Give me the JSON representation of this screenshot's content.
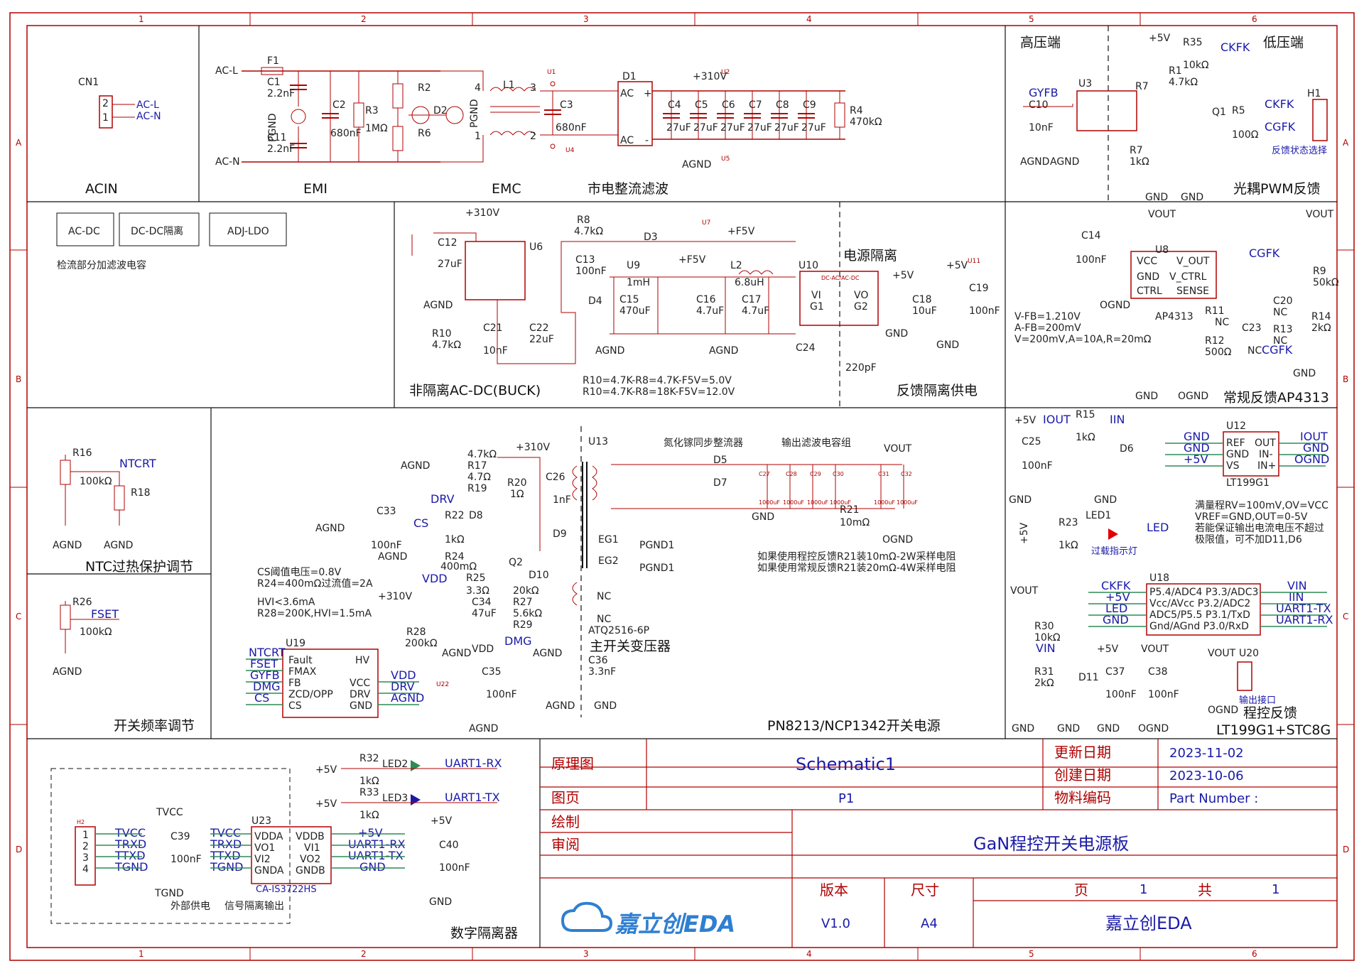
{
  "frame": {
    "columns": [
      "1",
      "2",
      "3",
      "4",
      "5",
      "6"
    ],
    "rows": [
      "A",
      "B",
      "C",
      "D"
    ]
  },
  "sections": {
    "acin": "ACIN",
    "emi": "EMI",
    "emc": "EMC",
    "rectifier": "市电整流滤波",
    "high_voltage": "高压端",
    "low_voltage": "低压端",
    "opto_pwm": "光耦PWM反馈",
    "buck": "非隔离AC-DC(BUCK)",
    "power_isolation": "电源隔离",
    "feedback_isolated": "反馈隔离供电",
    "ap4313": "常规反馈AP4313",
    "ntc": "NTC过热保护调节",
    "freq": "开关频率调节",
    "main_power": "PN8213/NCP1342开关电源",
    "transformer": "主开关变压器",
    "prog_fb": "程控反馈",
    "prog_fb_chips": "LT199G1+STC8G",
    "digital_iso": "数字隔离器"
  },
  "blocks": {
    "acdc": "AC-DC",
    "dcdc": "DC-DC隔离",
    "adj": "ADJ-LDO",
    "note": "检流部分加滤波电容"
  },
  "components": {
    "cn1": "CN1",
    "acl": "AC-L",
    "acn": "AC-N",
    "acl2": "AC-L",
    "acn2": "AC-N",
    "f1": "F1",
    "c1": "C1",
    "c1v": "2.2nF",
    "c11": "C11",
    "c11v": "2.2nF",
    "pgnd": "PGND",
    "c2": "C2",
    "c2v": "680nF",
    "r3": "R3",
    "r3v": "1MΩ",
    "r2": "R2",
    "r6": "R6",
    "d2": "D2",
    "pgnd2": "PGND",
    "l1": "L1",
    "c3": "C3",
    "c3v": "680nF",
    "u1": "U1",
    "u4": "U4",
    "d1": "D1",
    "c4": "C4",
    "c5": "C5",
    "c6": "C6",
    "c7": "C7",
    "c8": "C8",
    "c9": "C9",
    "c27u": "27uF",
    "p310": "+310V",
    "u2": "U2",
    "u5": "U5",
    "agnd": "AGND",
    "r4": "R4",
    "r4v": "470kΩ",
    "gyfb": "GYFB",
    "c10": "C10",
    "c10v": "10nF",
    "u3": "U3",
    "r7": "R7",
    "r7v": "1kΩ",
    "p5v": "+5V",
    "r35": "R35",
    "r35v": "10kΩ",
    "ckfk": "CKFK",
    "r1": "R1",
    "r1v": "4.7kΩ",
    "q1": "Q1",
    "r5": "R5",
    "r5v": "100Ω",
    "h1": "H1",
    "cgfk": "CGFK",
    "gnd": "GND",
    "fbsel": "反馈状态选择",
    "c12": "C12",
    "c12v": "27uF",
    "u6": "U6",
    "r10": "R10",
    "r10v": "4.7kΩ",
    "c21": "C21",
    "c21v": "10nF",
    "c22": "C22",
    "c22v": "22uF",
    "r8": "R8",
    "r8v": "4.7kΩ",
    "d3": "D3",
    "c13": "C13",
    "c13v": "100nF",
    "u9": "U9",
    "u9v": "1mH",
    "d4": "D4",
    "c15": "C15",
    "c15v": "470uF",
    "pf5v": "+F5V",
    "l2": "L2",
    "l2v": "6.8uH",
    "c16": "C16",
    "c16v": "4.7uF",
    "c17": "C17",
    "c17v": "4.7uF",
    "u7": "U7",
    "u10": "U10",
    "c24": "C24",
    "c24v": "220pF",
    "c18": "C18",
    "c18v": "10uF",
    "c19": "C19",
    "c19v": "100nF",
    "u11": "U11",
    "buck_note1": "R10=4.7K-R8=4.7K-F5V=5.0V",
    "buck_note2": "R10=4.7K-R8=18K-F5V=12.0V",
    "vout": "VOUT",
    "c14": "C14",
    "c14v": "100nF",
    "u8": "U8",
    "cgfk2": "CGFK",
    "r9": "R9",
    "r9v": "50kΩ",
    "c20": "C20",
    "nc": "NC",
    "r11": "R11",
    "r13": "R13",
    "c23": "C23",
    "r12": "R12",
    "r12v": "500Ω",
    "r14": "R14",
    "r14v": "2kΩ",
    "ognd": "OGND",
    "ap4313": "AP4313",
    "ap_note1": "V-FB=1.210V",
    "ap_note2": "A-FB=200mV",
    "ap_note3": "V=200mV,A=10A,R=20mΩ",
    "r16": "R16",
    "r16v": "100kΩ",
    "ntcrt": "NTCRT",
    "r18": "R18",
    "r26": "R26",
    "r26v": "100kΩ",
    "fset": "FSET",
    "r17": "R17",
    "r17v": "4.7kΩ",
    "r17b": "4.7Ω",
    "r19": "R19",
    "drv": "DRV",
    "c33": "C33",
    "c33v": "100nF",
    "cs": "CS",
    "r22": "R22",
    "r22v": "1kΩ",
    "d8": "D8",
    "r24": "R24",
    "r24v": "400mΩ",
    "q2": "Q2",
    "r20": "R20",
    "r20v": "1Ω",
    "c26": "C26",
    "c26v": "1nF",
    "d9": "D9",
    "u13": "U13",
    "vdd": "VDD",
    "r25": "R25",
    "r25v": "3.3Ω",
    "d10": "D10",
    "r27": "R27",
    "r27v": "20kΩ",
    "r27b": "5.6kΩ",
    "r29": "R29",
    "c34": "C34",
    "c34v": "47uF",
    "dmg": "DMG",
    "eg1": "EG1",
    "eg2": "EG2",
    "pgnd1": "PGND1",
    "atq": "ATQ2516-6P",
    "c36": "C36",
    "c36v": "3.3nF",
    "c35": "C35",
    "c35v": "100nF",
    "r28": "R28",
    "r28v": "200kΩ",
    "u19": "U19",
    "u22": "U22",
    "cs_note1": "CS阈值电压=0.8V",
    "cs_note2": "R24=400mΩ过流值=2A",
    "cs_note3": "HVI<3.6mA",
    "cs_note4": "R28=200K,HVI=1.5mA",
    "gan_sync": "氮化镓同步整流器",
    "out_caps": "输出滤波电容组",
    "d5": "D5",
    "d7": "D7",
    "c1000": "1000uF",
    "r21": "R21",
    "r21v": "10mΩ",
    "r21_note1": "如果使用程控反馈R21装10mΩ-2W采样电阻",
    "r21_note2": "如果使用常规反馈R21装20mΩ-4W采样电阻",
    "c27": "C27",
    "c28": "C28",
    "c29": "C29",
    "c30": "C30",
    "c31": "C31",
    "c32": "C32",
    "iout": "IOUT",
    "r15": "R15",
    "r15v": "1kΩ",
    "iin": "IIN",
    "d6": "D6",
    "c25": "C25",
    "c25v": "100nF",
    "u12": "U12",
    "lt199": "LT199G1",
    "lt_note1": "满量程RV=100mV,OV=VCC",
    "lt_note2": "VREF=GND,OUT=0-5V",
    "lt_note3": "若能保证输出电流电压不超过",
    "lt_note4": "极限值，可不加D11,D6",
    "r23": "R23",
    "r23v": "1kΩ",
    "led1": "LED1",
    "led": "LED",
    "overload": "过载指示灯",
    "u18": "U18",
    "vin": "VIN",
    "r30": "R30",
    "r30v": "10kΩ",
    "r31": "R31",
    "r31v": "2kΩ",
    "d11": "D11",
    "c37": "C37",
    "c37v": "100nF",
    "c38": "C38",
    "c38v": "100nF",
    "u20": "U20",
    "out_port": "输出接口",
    "r32": "R32",
    "r32v": "1kΩ",
    "led2": "LED2",
    "r33": "R33",
    "r33v": "1kΩ",
    "led3": "LED3",
    "uart1rx": "UART1-RX",
    "uart1tx": "UART1-TX",
    "tvcc": "TVCC",
    "trxd": "TRXD",
    "ttxd": "TTXD",
    "tgnd": "TGND",
    "h2": "H2",
    "c39": "C39",
    "c39v": "100nF",
    "u23": "U23",
    "ca": "CA-IS3722HS",
    "c40": "C40",
    "c40v": "100nF",
    "ext_power": "外部供电",
    "sig_iso": "信号隔离输出"
  },
  "title_block": {
    "schematic_label": "原理图",
    "schematic_name": "Schematic1",
    "sheet_label": "图页",
    "sheet_value": "P1",
    "drawn_label": "绘制",
    "review_label": "审阅",
    "updated_label": "更新日期",
    "updated_value": "2023-11-02",
    "created_label": "创建日期",
    "created_value": "2023-10-06",
    "part_label": "物料编码",
    "part_value": "Part Number :",
    "board_name": "GaN程控开关电源板",
    "version_label": "版本",
    "version_value": "V1.0",
    "size_label": "尺寸",
    "size_value": "A4",
    "page_label": "页",
    "page_value": "1",
    "total_label": "共",
    "total_value": "1",
    "brand_logo": "嘉立创EDA",
    "company": "嘉立创EDA"
  },
  "colors": {
    "wire": "#b00000",
    "net": "#1a1aa8",
    "ic": "#b00000",
    "text": "#222222",
    "frame": "#b00000",
    "green": "#2e8b57"
  }
}
